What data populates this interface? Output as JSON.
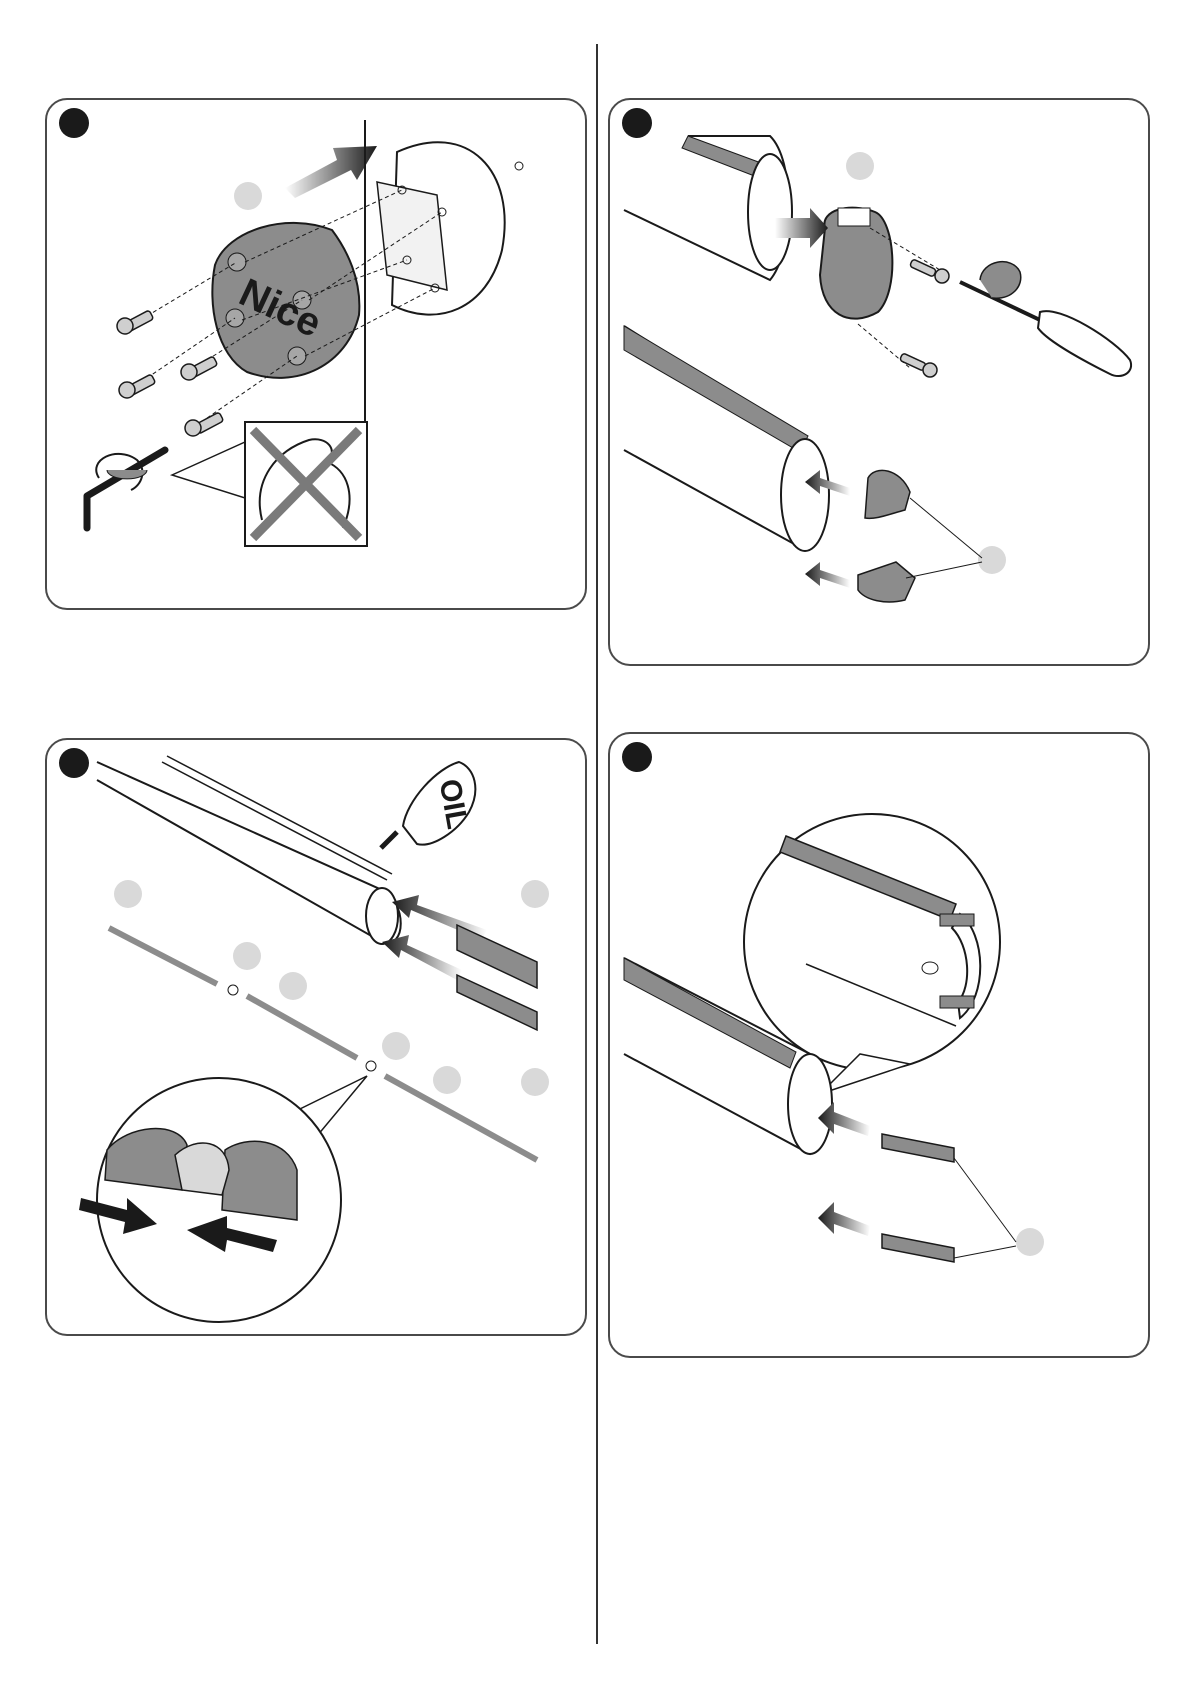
{
  "page": {
    "panels": [
      {
        "id": "1",
        "logo_text": "Nice"
      },
      {
        "id": "2"
      },
      {
        "id": "3",
        "bottle_label": "OIL"
      },
      {
        "id": "4"
      }
    ]
  },
  "colors": {
    "panel_border": "#4a4a4a",
    "step_dot": "#1a1a1a",
    "callout": "#d9d9d9",
    "part_gray": "#8c8c8c",
    "cross": "#7a7a7a"
  },
  "icons": [
    "step-number-dot",
    "callout-marker",
    "push-arrow",
    "rotate-arrow",
    "allen-key-icon",
    "screwdriver-icon",
    "no-force-icon"
  ]
}
